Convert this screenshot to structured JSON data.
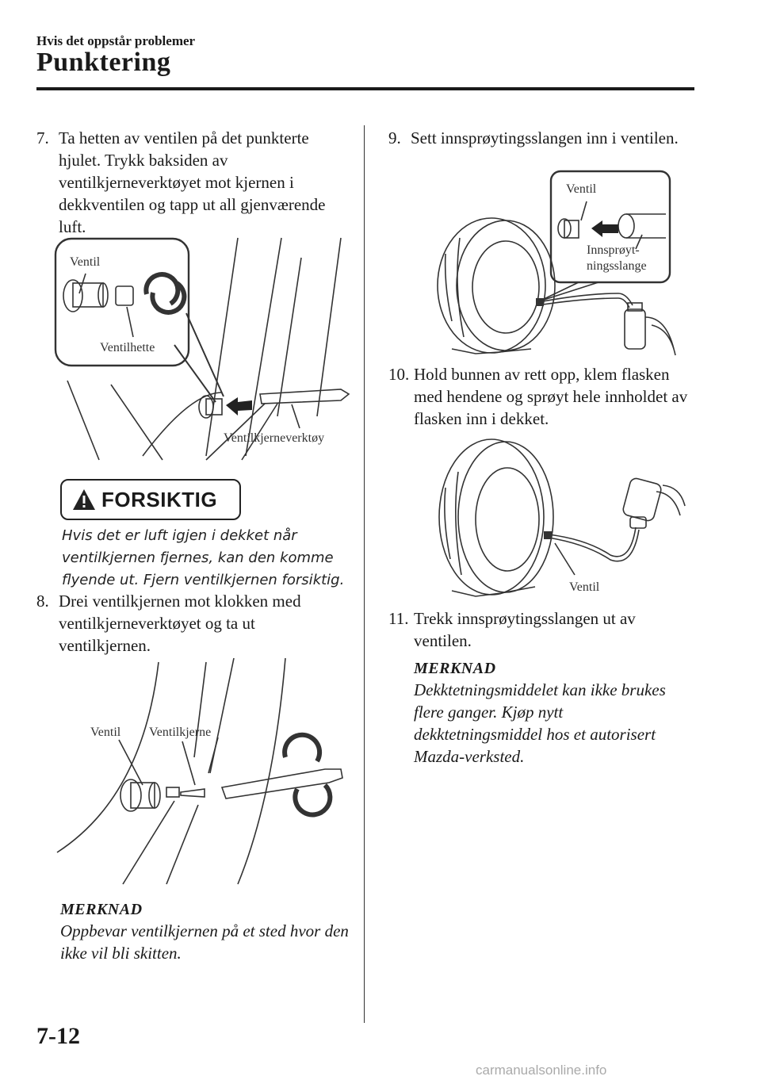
{
  "header": {
    "section": "Hvis det oppstår problemer",
    "title": "Punktering"
  },
  "left_column": {
    "step7": {
      "number": "7.",
      "text": "Ta hetten av ventilen på det punkterte hjulet. Trykk baksiden av ventilkjerneverktøyet mot kjernen i dekkventilen og tapp ut all gjenværende luft."
    },
    "fig1_labels": {
      "ventil": "Ventil",
      "ventilhette": "Ventilhette",
      "tool": "Ventilkjerneverktøy"
    },
    "caution": {
      "label": "FORSIKTIG",
      "text": "Hvis det er luft igjen i dekket når ventilkjernen fjernes, kan den komme flyende ut. Fjern ventilkjernen forsiktig."
    },
    "step8": {
      "number": "8.",
      "text": "Drei ventilkjernen mot klokken med ventilkjerneverktøyet og ta ut ventilkjernen."
    },
    "fig2_labels": {
      "ventil": "Ventil",
      "ventilkjerne": "Ventilkjerne"
    },
    "note": {
      "heading": "MERKNAD",
      "text": "Oppbevar ventilkjernen på et sted hvor den ikke vil bli skitten."
    }
  },
  "right_column": {
    "step9": {
      "number": "9.",
      "text": "Sett innsprøytingsslangen inn i ventilen."
    },
    "fig3_labels": {
      "ventil": "Ventil",
      "hose_line1": "Innsprøyt-",
      "hose_line2": "ningsslange"
    },
    "step10": {
      "number": "10.",
      "text": "Hold bunnen av rett opp, klem flasken med hendene og sprøyt hele innholdet av flasken inn i dekket."
    },
    "fig4_labels": {
      "ventil": "Ventil"
    },
    "step11": {
      "number": "11.",
      "text": "Trekk innsprøytingsslangen ut av ventilen."
    },
    "note": {
      "heading": "MERKNAD",
      "text": "Dekktetningsmiddelet kan ikke brukes flere ganger. Kjøp nytt dekktetningsmiddel hos et autorisert Mazda-verksted."
    }
  },
  "footer": {
    "page_number": "7-12",
    "watermark": "carmanualsonline.info"
  }
}
